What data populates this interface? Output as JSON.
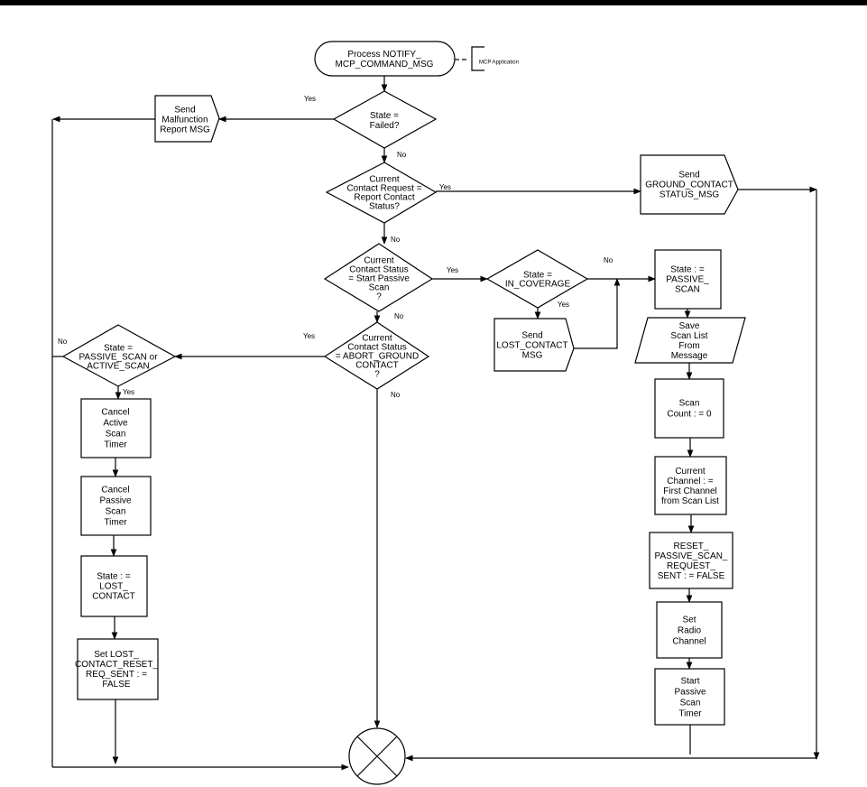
{
  "nodes": {
    "start": [
      "Process NOTIFY_",
      "MCP_COMMAND_MSG"
    ],
    "mcp_app": [
      "MCP Application"
    ],
    "send_malfunction": [
      "Send",
      "Malfunction",
      "Report MSG"
    ],
    "state_failed": [
      "State =",
      "Failed?"
    ],
    "contact_report": [
      "Current",
      "Contact Request =",
      "Report Contact",
      "Status?"
    ],
    "send_ground_contact": [
      "Send",
      "GROUND_CONTACT",
      "STATUS_MSG"
    ],
    "start_passive": [
      "Current",
      "Contact Status",
      "= Start Passive",
      "Scan",
      "?"
    ],
    "in_coverage": [
      "State =",
      "IN_COVERAGE"
    ],
    "state_passive_scan": [
      "State : =",
      "PASSIVE_",
      "SCAN"
    ],
    "send_lost_contact": [
      "Send",
      "LOST_CONTACT",
      "MSG"
    ],
    "save_scan_list": [
      "Save",
      "Scan List",
      "From",
      "Message"
    ],
    "abort_ground": [
      "Current",
      "Contact Status",
      "= ABORT_GROUND",
      "CONTACT",
      "?"
    ],
    "state_passive_active": [
      "State =",
      "PASSIVE_SCAN or",
      "ACTIVE_SCAN"
    ],
    "scan_count": [
      "Scan",
      "Count : = 0"
    ],
    "cancel_active": [
      "Cancel",
      "Active",
      "Scan",
      "Timer"
    ],
    "current_channel": [
      "Current",
      "Channel : =",
      "First Channel",
      "from Scan List"
    ],
    "cancel_passive": [
      "Cancel",
      "Passive",
      "Scan",
      "Timer"
    ],
    "reset_passive": [
      "RESET_",
      "PASSIVE_SCAN_",
      "REQUEST_",
      "SENT : = FALSE"
    ],
    "state_lost": [
      "State : =",
      "LOST_",
      "CONTACT"
    ],
    "set_radio": [
      "Set",
      "Radio",
      "Channel"
    ],
    "set_lost_reset": [
      "Set LOST_",
      "CONTACT_RESET_",
      "REQ_SENT : =",
      "FALSE"
    ],
    "start_timer": [
      "Start",
      "Passive",
      "Scan",
      "Timer"
    ]
  },
  "edge_labels": {
    "failed_yes": "Yes",
    "failed_no": "No",
    "report_yes": "Yes",
    "report_no": "No",
    "passive_yes": "Yes",
    "passive_no": "No",
    "coverage_no": "No",
    "coverage_yes": "Yes",
    "abort_yes": "Yes",
    "abort_no": "No",
    "state_scan_no": "No",
    "state_scan_yes": "Yes"
  }
}
